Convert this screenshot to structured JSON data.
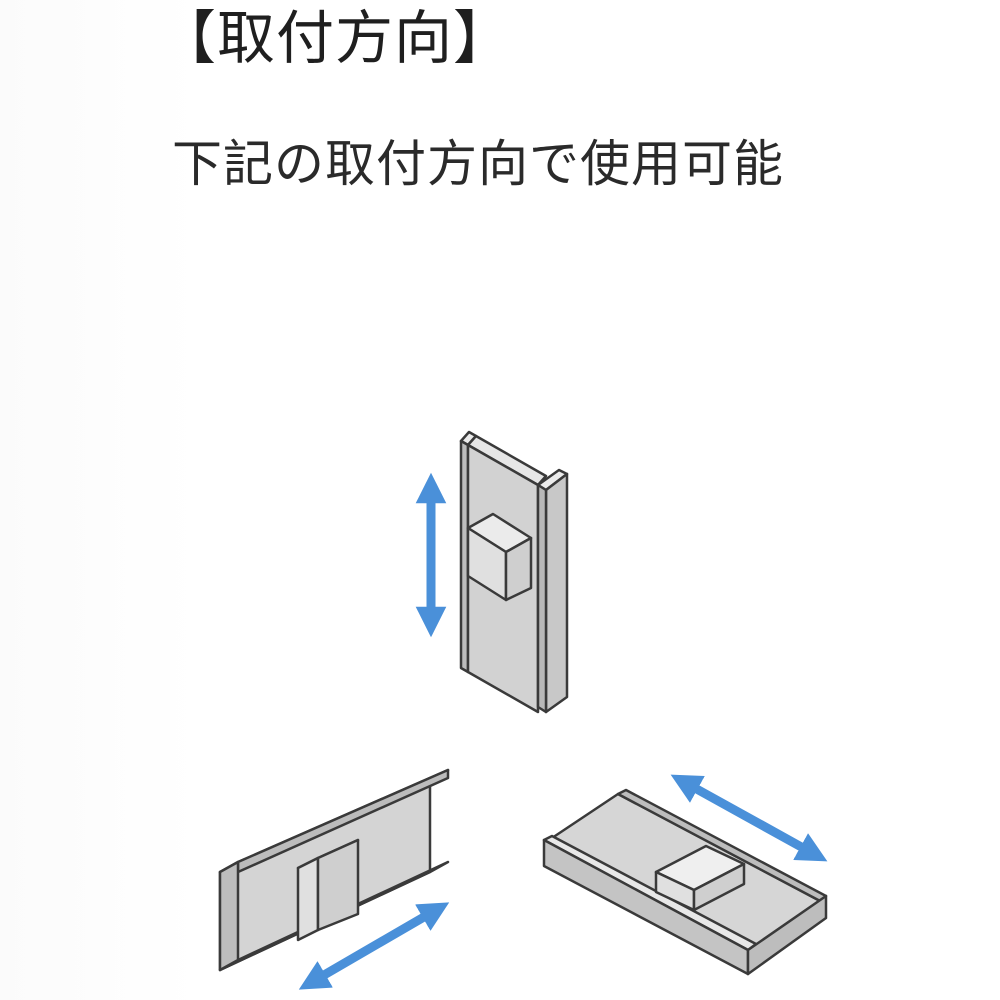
{
  "header": {
    "title": "【取付方向】",
    "subtitle": "下記の取付方向で使用可能"
  },
  "colors": {
    "arrow": "#4a90d9",
    "metal_face": "#d2d2d2",
    "metal_light": "#ebebeb",
    "metal_dark": "#bdbdbd",
    "outline": "#3a3a3a"
  },
  "diagram": {
    "orientations": [
      {
        "id": "vertical",
        "arrow_icon": "double-arrow-vertical"
      },
      {
        "id": "horizontal-side",
        "arrow_icon": "double-arrow-diagonal-left"
      },
      {
        "id": "horizontal-flat",
        "arrow_icon": "double-arrow-diagonal-right"
      }
    ]
  }
}
